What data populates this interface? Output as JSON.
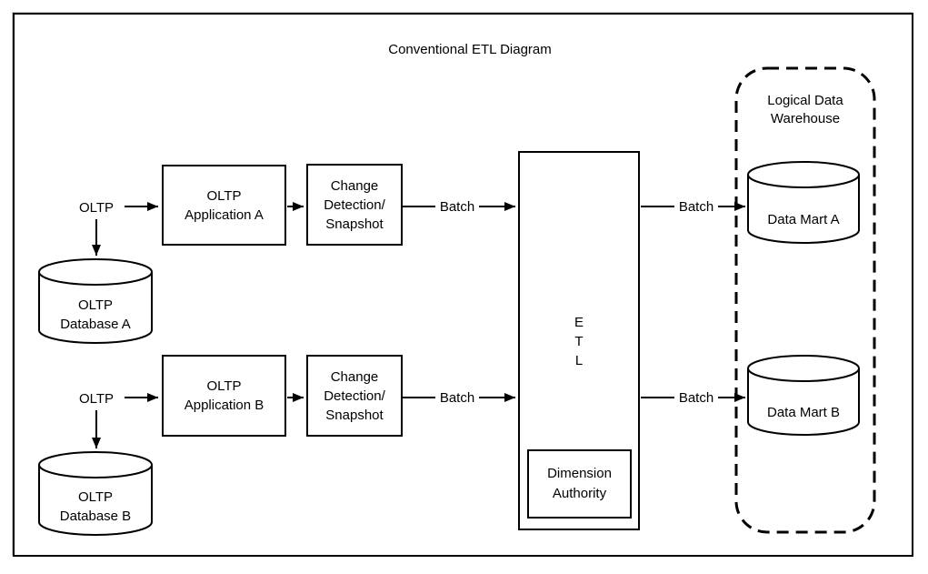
{
  "title": "Conventional ETL Diagram",
  "colors": {
    "stroke": "#000000",
    "background": "#ffffff"
  },
  "flow_a": {
    "oltp_label": "OLTP",
    "database_label": "OLTP\nDatabase A",
    "application_label": "OLTP\nApplication A",
    "change_detection_label": "Change\nDetection/\nSnapshot",
    "batch_in_label": "Batch",
    "batch_out_label": "Batch",
    "data_mart_label": "Data Mart A"
  },
  "flow_b": {
    "oltp_label": "OLTP",
    "database_label": "OLTP\nDatabase B",
    "application_label": "OLTP\nApplication B",
    "change_detection_label": "Change\nDetection/\nSnapshot",
    "batch_in_label": "Batch",
    "batch_out_label": "Batch",
    "data_mart_label": "Data Mart B"
  },
  "etl": {
    "label": "E\nT\nL",
    "dimension_authority_label": "Dimension\nAuthority"
  },
  "warehouse": {
    "label": "Logical Data\nWarehouse"
  }
}
